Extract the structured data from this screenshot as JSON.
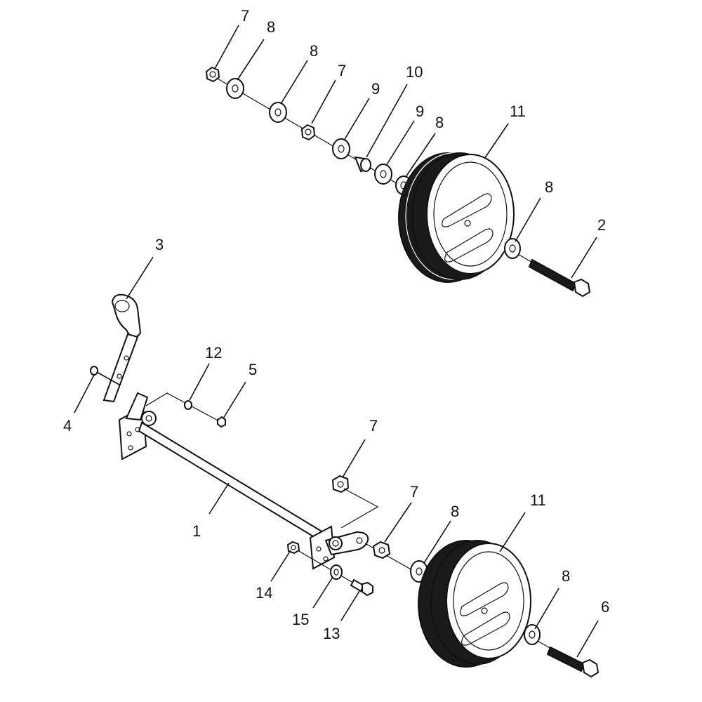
{
  "diagram": {
    "callouts": {
      "c7a": "7",
      "c8a": "8",
      "c8b": "8",
      "c7b": "7",
      "c9a": "9",
      "c10": "10",
      "c9b": "9",
      "c8c": "8",
      "c11a": "11",
      "c8d": "8",
      "c2": "2",
      "c3": "3",
      "c12": "12",
      "c5": "5",
      "c4": "4",
      "c7c": "7",
      "c1": "1",
      "c7d": "7",
      "c8e": "8",
      "c11b": "11",
      "c14": "14",
      "c15": "15",
      "c13": "13",
      "c8f": "8",
      "c6": "6"
    }
  }
}
